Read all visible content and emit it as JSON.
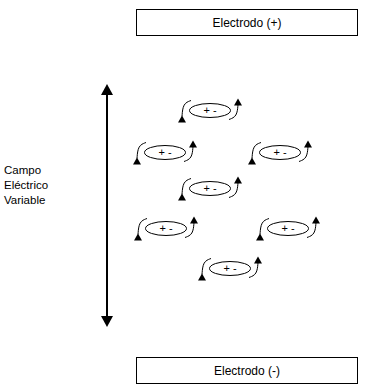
{
  "diagram": {
    "nodes": [
      {
        "text": [
          "Electrodo (+)"
        ]
      },
      {
        "text": [
          "+ -"
        ]
      },
      {
        "text": [
          "+ -"
        ]
      },
      {
        "text": [
          "+ -"
        ]
      },
      {
        "text": [
          "+ -"
        ]
      },
      {
        "text": [
          "+ -"
        ]
      },
      {
        "text": [
          "+ -"
        ]
      },
      {
        "text": [
          "+ -"
        ]
      },
      {
        "text": [
          "Electrodo (-)"
        ]
      }
    ],
    "labels": [
      "Campo Eléctrico Variable"
    ]
  }
}
